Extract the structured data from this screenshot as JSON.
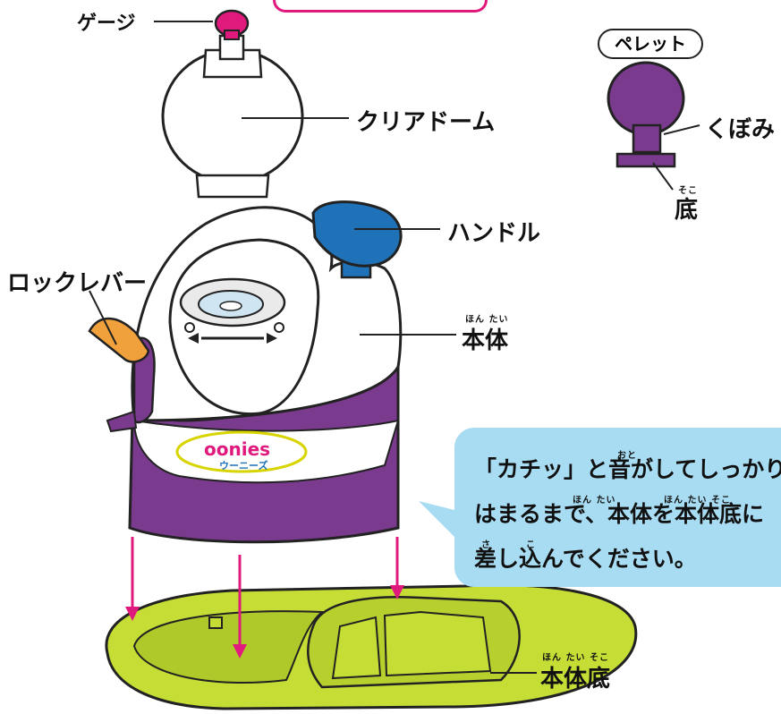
{
  "labels": {
    "gauge": "ゲージ",
    "clear_dome": "クリアドーム",
    "pellet_title": "ペレット",
    "dent": "くぼみ",
    "bottom": "底",
    "bottom_ruby": "そこ",
    "handle": "ハンドル",
    "lock_lever": "ロックレバー",
    "body": "本体",
    "body_ruby": "ほん たい",
    "base": "本体底",
    "base_ruby": "ほん たい そこ",
    "logo": "ウーニーズ",
    "logo_word": "oonies"
  },
  "callout": {
    "line1": "「カチッ」と音がしてしっかり",
    "line2": "はまるまで、本体を本体底に",
    "line3": "差し込んでください。",
    "ruby_oto": "おと",
    "ruby_hontai1": "ほん たい",
    "ruby_hontai2": "ほん たい そこ",
    "ruby_sa": "さ",
    "ruby_ko": "こ"
  },
  "colors": {
    "purple": "#7a3a8e",
    "pink": "#e0197d",
    "lime": "#c5dd35",
    "blue": "#1f72b8",
    "orange": "#f0a13c",
    "callout_bg": "#a8dcf2"
  }
}
